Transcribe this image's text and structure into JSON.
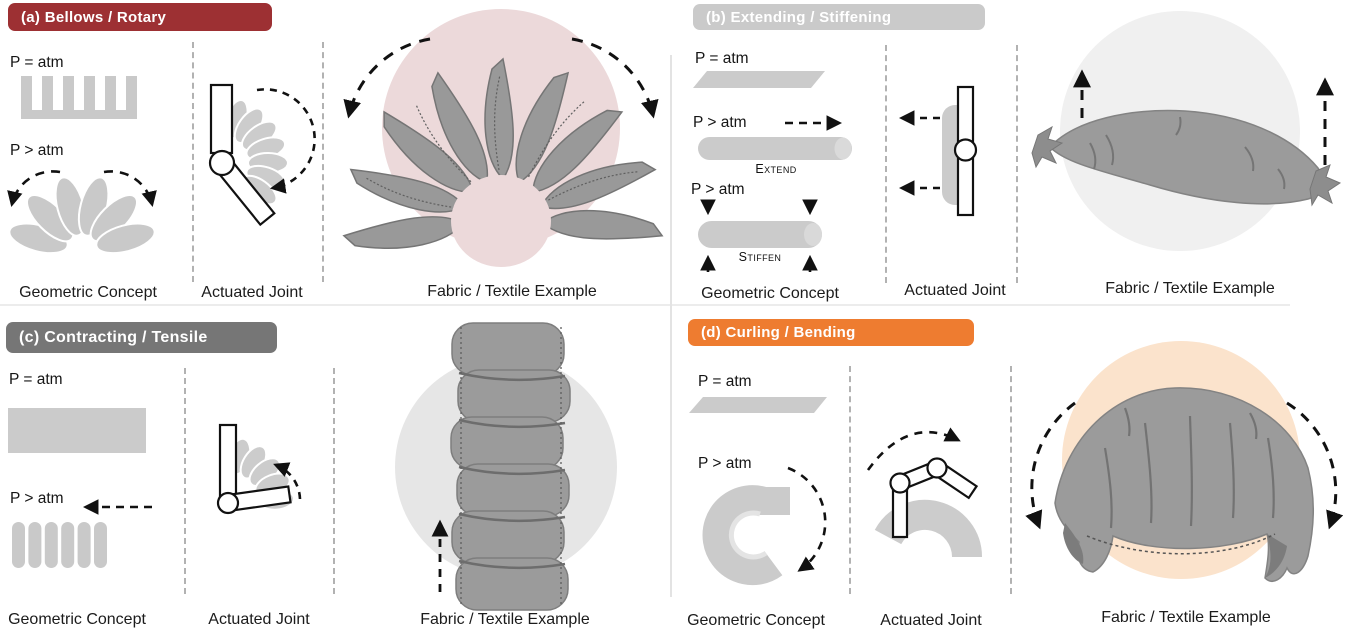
{
  "figure": {
    "type": "four-panel actuator concept diagram",
    "columns": [
      "Geometric Concept",
      "Actuated Joint",
      "Fabric / Textile Example"
    ]
  },
  "colors": {
    "panel_a_header": "#9d3033",
    "panel_b_header": "#cacaca",
    "panel_c_header": "#767676",
    "panel_d_header": "#ee7c30",
    "header_text": "#ffffff",
    "schematic_gray": "#cbcbcb",
    "fabric_gray": "#9b9b9b",
    "circle_a": "#ecd9da",
    "circle_b": "#f0f0f0",
    "circle_c": "#e6e6e6",
    "circle_d": "#fbe3cc",
    "arrow_black": "#111111"
  },
  "panels": {
    "a": {
      "title": "(a) Bellows / Rotary",
      "pressure_equal": "P = atm",
      "pressure_greater": "P > atm",
      "caption_concept": "Geometric Concept",
      "caption_joint": "Actuated Joint",
      "caption_fabric": "Fabric / Textile Example",
      "example_circle_color": "#ecd9da"
    },
    "b": {
      "title": "(b) Extending / Stiffening",
      "pressure_equal": "P = atm",
      "pressure_greater_extend": "P > atm",
      "extend_label": "Extend",
      "pressure_greater_stiffen": "P > atm",
      "stiffen_label": "Stiffen",
      "caption_concept": "Geometric Concept",
      "caption_joint": "Actuated Joint",
      "caption_fabric": "Fabric / Textile Example",
      "example_circle_color": "#f0f0f0"
    },
    "c": {
      "title": "(c) Contracting / Tensile",
      "pressure_equal": "P = atm",
      "pressure_greater": "P > atm",
      "caption_concept": "Geometric Concept",
      "caption_joint": "Actuated Joint",
      "caption_fabric": "Fabric / Textile Example",
      "example_circle_color": "#e6e6e6"
    },
    "d": {
      "title": "(d) Curling / Bending",
      "pressure_equal": "P = atm",
      "pressure_greater": "P > atm",
      "caption_concept": "Geometric Concept",
      "caption_joint": "Actuated Joint",
      "caption_fabric": "Fabric / Textile Example",
      "example_circle_color": "#fbe3cc"
    }
  }
}
